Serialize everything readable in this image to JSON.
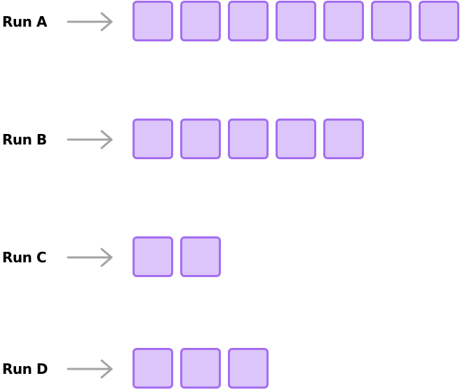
{
  "diagram": {
    "colors": {
      "block_fill": "#dcc5fb",
      "block_border": "#a56ef0",
      "arrow": "#a3a3a3",
      "label": "#000000"
    },
    "runs": [
      {
        "label": "Run A",
        "blocks": 7
      },
      {
        "label": "Run B",
        "blocks": 5
      },
      {
        "label": "Run C",
        "blocks": 2
      },
      {
        "label": "Run D",
        "blocks": 3
      }
    ]
  }
}
